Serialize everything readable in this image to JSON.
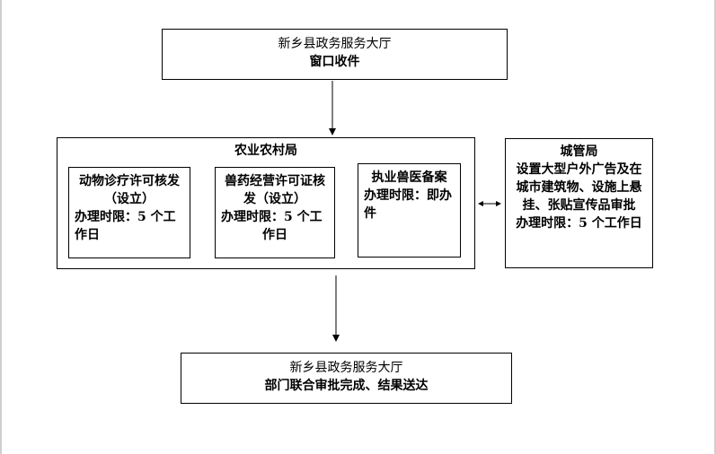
{
  "start": {
    "line1": "新乡县政务服务大厅",
    "line2": "窗口收件"
  },
  "agriculture": {
    "title": "农业农村局",
    "items": [
      {
        "lines": [
          "动物诊疗许可核发",
          "（设立）",
          "办理时限：5 个工",
          "作日"
        ]
      },
      {
        "lines": [
          "兽药经营许可证核",
          "发（设立）",
          "办理时限：5 个工",
          "作日"
        ]
      },
      {
        "lines": [
          "执业兽医备案",
          "办理时限：即办",
          "件"
        ]
      }
    ]
  },
  "city": {
    "title": "城管局",
    "lines": [
      "设置大型户外广告及在",
      "城市建筑物、设施上悬",
      "挂、张贴宣传品审批",
      "办理时限：5 个工作日"
    ]
  },
  "end": {
    "line1": "新乡县政务服务大厅",
    "line2": "部门联合审批完成、结果送达"
  }
}
